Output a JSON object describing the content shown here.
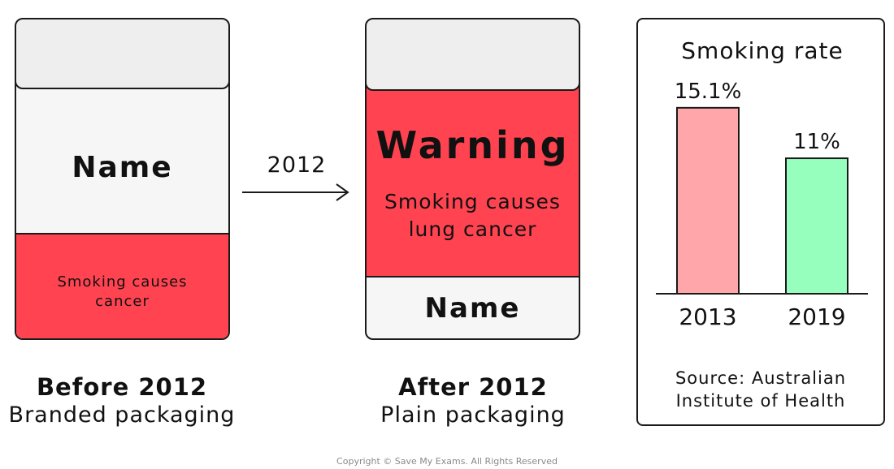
{
  "before_pack": {
    "name": "Name",
    "warning_line1": "Smoking causes",
    "warning_line2": "cancer",
    "caption_line1": "Before 2012",
    "caption_line2": "Branded packaging",
    "warning_color": "#ff4350"
  },
  "arrow": {
    "label": "2012"
  },
  "after_pack": {
    "warning_title": "Warning",
    "warning_line1": "Smoking causes",
    "warning_line2": "lung cancer",
    "name": "Name",
    "caption_line1": "After 2012",
    "caption_line2": "Plain packaging",
    "warning_color": "#ff4350"
  },
  "chart_data": {
    "type": "bar",
    "title": "Smoking rate",
    "categories": [
      "2013",
      "2019"
    ],
    "values": [
      15.1,
      11
    ],
    "value_labels": [
      "15.1%",
      "11%"
    ],
    "colors": [
      "#ffa6aa",
      "#96ffbe"
    ],
    "ylim": [
      0,
      17
    ]
  },
  "source": {
    "line1": "Source: Australian",
    "line2": "Institute of Health"
  },
  "copyright": "Copyright © Save My Exams. All Rights Reserved"
}
